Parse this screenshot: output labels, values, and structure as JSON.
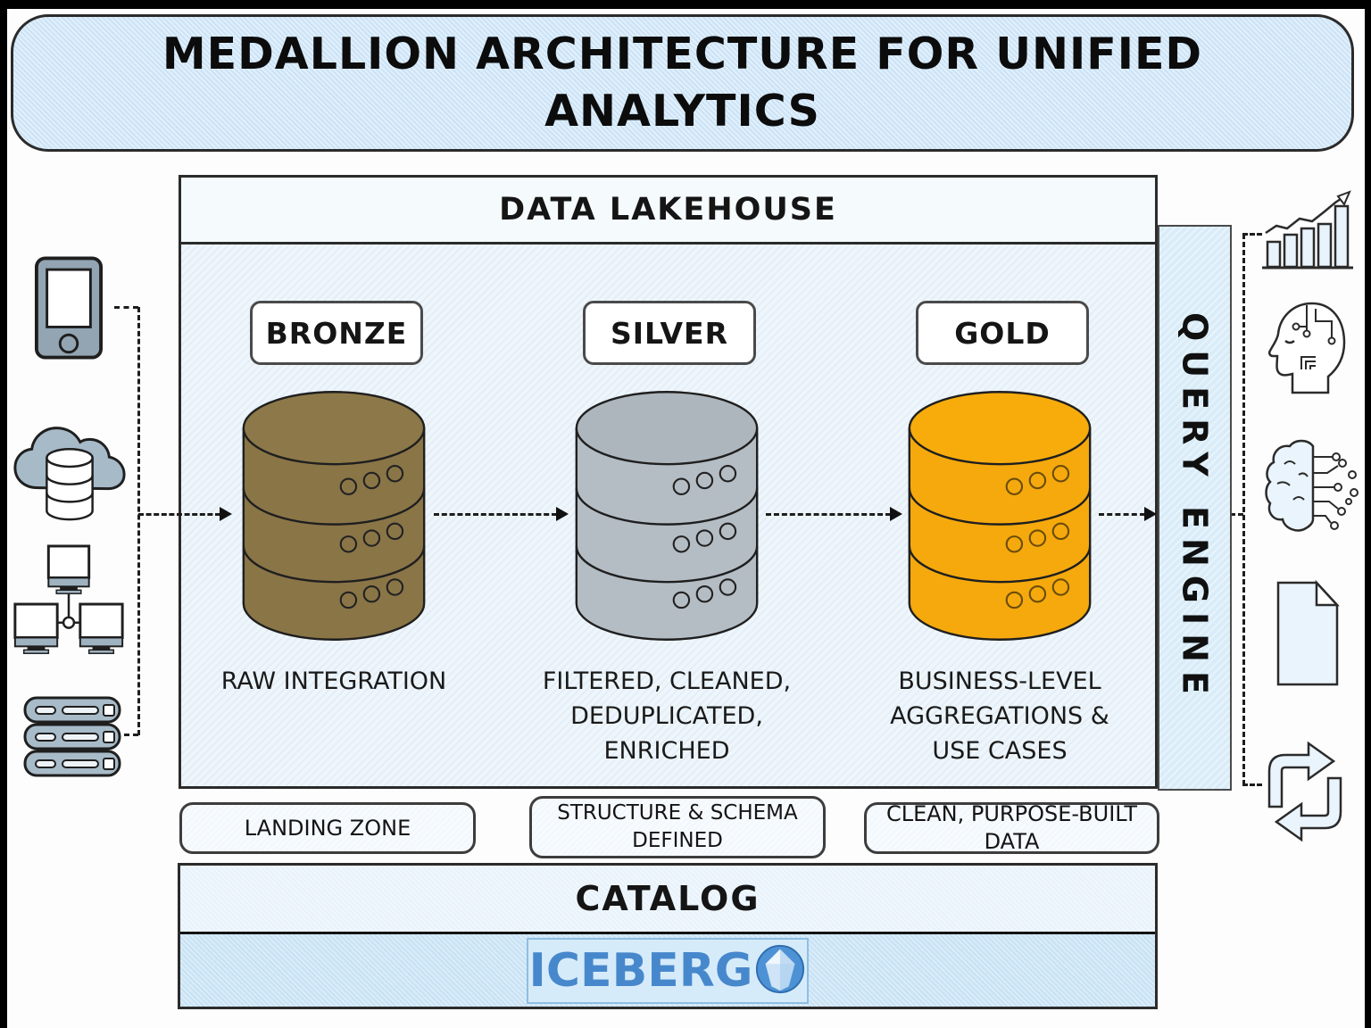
{
  "title": {
    "lines": [
      "MEDALLION ARCHITECTURE FOR UNIFIED",
      "ANALYTICS"
    ]
  },
  "lakehouse": {
    "title": "DATA LAKEHOUSE",
    "layers": [
      {
        "badge": "BRONZE",
        "color": "#8a7547",
        "desc_lines": [
          "RAW INTEGRATION"
        ],
        "note_lines": [
          "LANDING ZONE"
        ]
      },
      {
        "badge": "SILVER",
        "color": "#b5bdc4",
        "desc_lines": [
          "FILTERED, CLEANED,",
          "DEDUPLICATED,",
          "ENRICHED"
        ],
        "note_lines": [
          "STRUCTURE & SCHEMA",
          "DEFINED"
        ]
      },
      {
        "badge": "GOLD",
        "color": "#f5a90d",
        "desc_lines": [
          "BUSINESS-LEVEL",
          "AGGREGATIONS &",
          "USE CASES"
        ],
        "note_lines": [
          "CLEAN, PURPOSE-BUILT DATA"
        ]
      }
    ]
  },
  "query_engine": {
    "label": "QUERY ENGINE"
  },
  "catalog": {
    "title": "CATALOG",
    "logo": "ICEBERG"
  },
  "sources": {
    "icons": [
      {
        "name": "mobile-device-icon"
      },
      {
        "name": "cloud-database-icon"
      },
      {
        "name": "computer-network-icon"
      },
      {
        "name": "server-rack-icon"
      }
    ]
  },
  "consumers": {
    "icons": [
      {
        "name": "bar-chart-icon"
      },
      {
        "name": "ai-head-icon"
      },
      {
        "name": "brain-circuit-icon"
      },
      {
        "name": "document-icon"
      },
      {
        "name": "sync-arrows-icon"
      }
    ]
  },
  "colors": {
    "title_bg": "#cbe3f7",
    "lakehouse_bg": "#eff6fb",
    "header_bg": "#f5fafd",
    "query_engine_bg": "#d9ecf8",
    "catalog_top_bg": "#e7f2fb",
    "catalog_bottom_bg": "#c7e2f5",
    "bronze": "#8a7547",
    "silver": "#b5bdc4",
    "gold": "#f5a90d",
    "iceberg_blue": "#4788cc",
    "line": "#1d1d1d"
  }
}
